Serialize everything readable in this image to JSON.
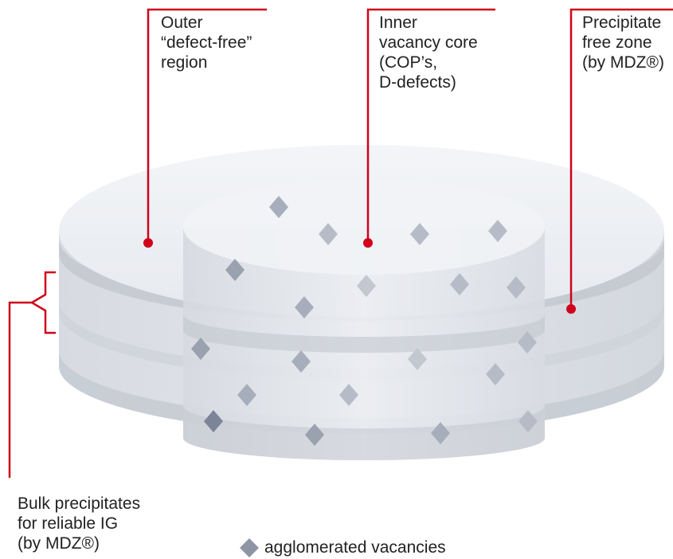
{
  "labels": {
    "outer_region": [
      "Outer",
      "“defect-free”",
      "region"
    ],
    "inner_core": [
      "Inner",
      "vacancy core",
      "(COP’s,",
      "D-defects)"
    ],
    "precipitate_free": [
      "Precipitate",
      "free zone",
      "(by MDZ®)"
    ],
    "bulk_precipitates": [
      "Bulk precipitates",
      "for reliable IG",
      "(by MDZ®)"
    ]
  },
  "legend": {
    "icon": "diamond-icon",
    "text": "agglomerated vacancies"
  },
  "colors": {
    "callout": "#d0021b",
    "wafer_top": "#eef1f5",
    "wafer_side": "#d5d9df",
    "band": "#c4c9d0",
    "core": "#e6e9ee",
    "diamond": "#a7aebb",
    "diamond_dark": "#7d8497",
    "text": "#222222"
  }
}
